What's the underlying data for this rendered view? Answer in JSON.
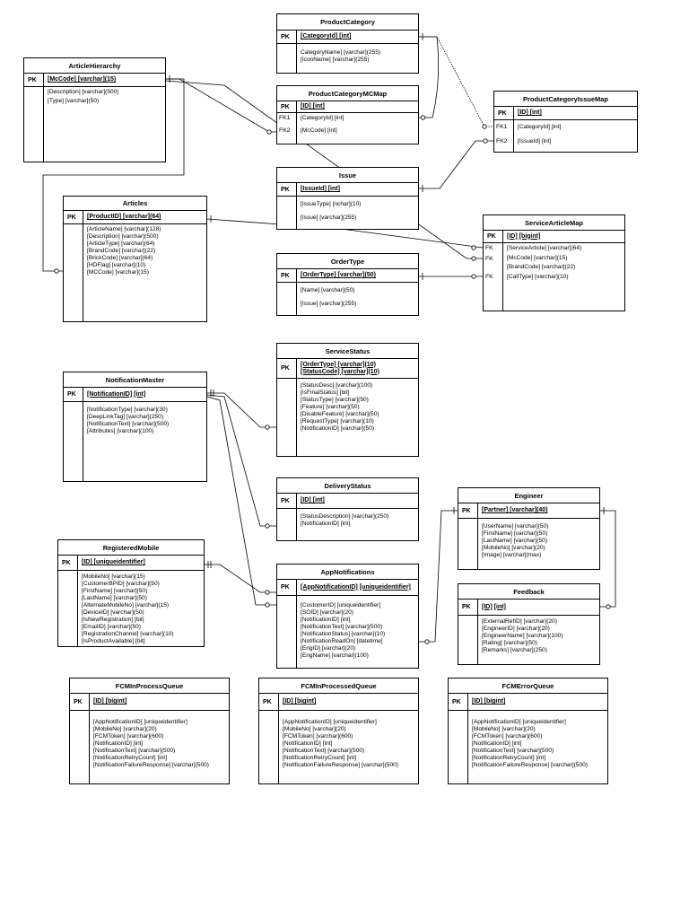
{
  "pk_label": "PK",
  "entities": {
    "product_category": {
      "title": "ProductCategory",
      "pk": [
        "[CategoryId] [int]"
      ],
      "fields": [
        "CategoryName] [varchar](255)",
        "[IconName] [varchar](255)"
      ]
    },
    "article_hierarchy": {
      "title": "ArticleHierarchy",
      "pk": [
        "[McCode] [varchar](15)"
      ],
      "fields": [
        "[Description] [varchar](500)",
        "[Type] [varchar](50)"
      ]
    },
    "product_category_mcmap": {
      "title": "ProductCategoryMCMap",
      "pk": [
        "[ID] [int]"
      ],
      "keys": [
        "FK1",
        "FK2"
      ],
      "fields": [
        "[CategoryId] [int]",
        "[McCode] [int]"
      ]
    },
    "product_category_issue_map": {
      "title": "ProductCategoryIssueMap",
      "pk": [
        "[ID] [int]"
      ],
      "keys": [
        "FK1",
        "FK2"
      ],
      "fields": [
        "[CategoryId] [int]",
        "[IssueId] [int]"
      ]
    },
    "issue": {
      "title": "Issue",
      "pk": [
        "[IssueId] [int]"
      ],
      "fields": [
        "[IssueType] [nchar](10)",
        "[Issue] [varchar](255)"
      ]
    },
    "articles": {
      "title": "Articles",
      "pk": [
        "[ProductID] [varchar](64)"
      ],
      "fields": [
        "[ArticleName] [varchar](128)",
        "[Description] [varchar](500)",
        "[ArticleType] [varchar](64)",
        "[BrandCode] [varchar](22)",
        "[BrickCode] [varchar](64)",
        "[HDFlag] [varchar](10)",
        "[MCCode] [varchar](15)"
      ]
    },
    "service_article_map": {
      "title": "ServiceArticleMap",
      "pk": [
        "[ID] [bigint]"
      ],
      "keys": [
        "FK",
        "FK",
        "",
        "FK"
      ],
      "fields": [
        "[ServiceArticle] [varchar](64)",
        "[McCode] [varchar](15)",
        "[BrandCode] [varchar](22)",
        "[CallType] [varchar](10)"
      ]
    },
    "order_type": {
      "title": "OrderType",
      "pk": [
        "[OrderType] [varchar](50)"
      ],
      "fields": [
        "[Name] [varchar](50)",
        "[Issue] [varchar](255)"
      ]
    },
    "service_status": {
      "title": "ServiceStatus",
      "pk": [
        "[OrderType] [varchar](10)",
        "[StatusCode] [varchar](10)"
      ],
      "fields": [
        "[StatusDesc] [varchar](100)",
        "[IsFinalStatus] [bit]",
        "[StatusType] [varchar](50)",
        "[Feature] [varchar](50)",
        "[DisableFeature] [varchar](50)",
        "[RequestType] [varchar](10)",
        "[NotificationID] [varchar](50)"
      ]
    },
    "notification_master": {
      "title": "NotificationMaster",
      "pk": [
        "[NotificationID] [int]"
      ],
      "fields": [
        "[NotificationType] [varchar](30)",
        "[DeepLinkTag] [varchar](250)",
        "[NotificationText] [varchar](500)",
        "[Attributes] [varchar](100)"
      ]
    },
    "delivery_status": {
      "title": "DeliveryStatus",
      "pk": [
        "[ID] [int]"
      ],
      "fields": [
        "[StatusDescription] [varchar](250)",
        "[NotificationID] [int]"
      ]
    },
    "engineer": {
      "title": "Engineer",
      "pk": [
        "[Partner] [varchar](40)"
      ],
      "fields": [
        "[UserName] [varchar](50)",
        "[FirstName] [varchar](50)",
        "[LastName] [varchar](50)",
        "[MobileNo] [varchar](20)",
        "[Image] [varchar](max)"
      ]
    },
    "registered_mobile": {
      "title": "RegisteredMobile",
      "pk": [
        "[ID] [uniqueidentifier]"
      ],
      "fields": [
        "[MobileNo] [varchar](15)",
        "[CustomerBPID] [varchar](50)",
        "[FirstName] [varchar](50)",
        "[LastName] [varchar](50)",
        "[AlternateMobileNo] [varchar](15)",
        "[DeviceID] [varchar](50)",
        "[IsNewRegistration] [bit]",
        "[EmailID] [varchar](50)",
        "[RegistrationChannel] [varchar](10)",
        "[IsProductAvailable] [bit]"
      ]
    },
    "app_notifications": {
      "title": "AppNotifications",
      "pk": [
        "[AppNotificationID] [uniqueidentifier]"
      ],
      "fields": [
        "[CustomerID] [uniqueidentifier]",
        "[SOID] [varchar](20)",
        "[NotificationID] [int]",
        "[NotificationText] [varchar](500)",
        "[NotificationStatus] [varchar](10)",
        "[NotificationReadOn] [datetime]",
        "[EngID] [varchar](20)",
        "[EngName] [varchar](100)"
      ]
    },
    "feedback": {
      "title": "Feedback",
      "pk": [
        "[ID] [int]"
      ],
      "fields": [
        "[ExternalRefID] [varchar](20)",
        "[EngineerID] [varchar](20)",
        "[EngineerName] [varchar](100)",
        "[Rating] [varchar](50)",
        "[Remarks] [varchar](250)"
      ]
    },
    "fcm_in_process_queue": {
      "title": "FCMInProcessQueue",
      "pk": [
        "[ID] [bigint]"
      ],
      "fields": [
        "[AppNotificationID] [uniqueidentifier]",
        "[MobileNo] [varchar](20)",
        "[FCMToken] [varchar](600)",
        "[NotificationID] [int]",
        "[NotificationText] [varchar](500)",
        "[NotificationRetryCount] [int]",
        "[NotificationFailureResponse] [varchar](500)"
      ]
    },
    "fcm_in_processed_queue": {
      "title": "FCMInProcessedQueue",
      "pk": [
        "[ID] [bigint]"
      ],
      "fields": [
        "[AppNotificationID] [uniqueidentifier]",
        "[MobileNo] [varchar](20)",
        "[FCMToken] [varchar](600)",
        "[NotificationID] [int]",
        "[NotificationText] [varchar](500)",
        "[NotificationRetryCount] [int]",
        "[NotificationFailureResponse] [varchar](500)"
      ]
    },
    "fcm_error_queue": {
      "title": "FCMErrorQueue",
      "pk": [
        "[ID] [bigint]"
      ],
      "fields": [
        "[AppNotificationID] [uniqueidentifier]",
        "[MobileNo] [varchar](20)",
        "[FCMToken] [varchar](600)",
        "[NotificationID] [int]",
        "[NotificationText] [varchar](500)",
        "[NotificationRetryCount] [int]",
        "[NotificationFailureResponse] [varchar](500)"
      ]
    }
  }
}
